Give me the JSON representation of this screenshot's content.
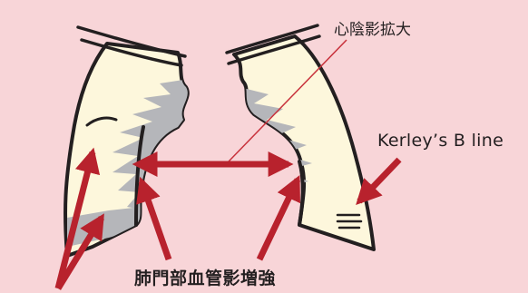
{
  "labels": {
    "cardiomegaly": "心陰影拡大",
    "kerley_b_line": "Kerley’s B line",
    "hilar_vascular_enhancement": "肺門部血管影増強"
  },
  "colors": {
    "background": "#f8d5d8",
    "lung_fill": "#fdf7dc",
    "outline": "#231f20",
    "hilar_shadow": "#b5b6ba",
    "arrow": "#b8222d"
  }
}
